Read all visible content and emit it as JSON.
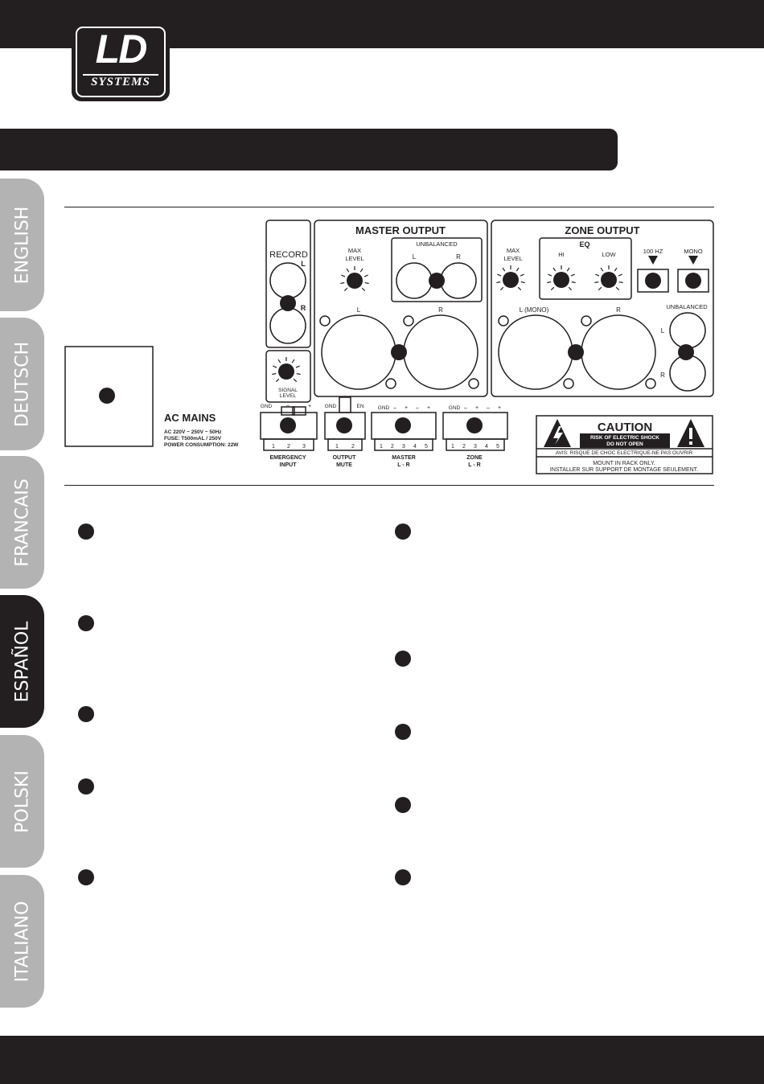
{
  "brand": {
    "logo_main": "LD",
    "logo_sub": "SYSTEMS"
  },
  "side_tabs": [
    {
      "label": "ENGLISH",
      "active": false
    },
    {
      "label": "DEUTSCH",
      "active": false
    },
    {
      "label": "FRANCAIS",
      "active": false
    },
    {
      "label": "ESPAÑOL",
      "active": true
    },
    {
      "label": "POLSKI",
      "active": false
    },
    {
      "label": "ITALIANO",
      "active": false
    }
  ],
  "panel": {
    "record": {
      "label": "RECORD",
      "left": "L",
      "right": "R"
    },
    "signal_level": {
      "line1": "SIGNAL",
      "line2": "LEVEL"
    },
    "master_output": {
      "title": "MASTER OUTPUT",
      "max_level_1": "MAX",
      "max_level_2": "LEVEL",
      "unbalanced": "UNBALANCED",
      "rca_l": "L",
      "rca_r": "R",
      "xlr_l": "L",
      "xlr_r": "R"
    },
    "zone_output": {
      "title": "ZONE OUTPUT",
      "max_level_1": "MAX",
      "max_level_2": "LEVEL",
      "eq": "EQ",
      "hi": "HI",
      "low": "LOW",
      "hz100": "100 HZ",
      "mono": "MONO",
      "unbalanced": "UNBALANCED",
      "rca_l": "L",
      "rca_r": "R",
      "xlr_l": "L (MONO)",
      "xlr_r": "R"
    },
    "ac_mains": {
      "title": "AC MAINS",
      "line1": "AC 220V ~ 250V ~ 50Hz",
      "line2": "FUSE: T500mAL / 250V",
      "line3": "POWER CONSUMPTION: 22W"
    },
    "emergency": {
      "gnd": "GND",
      "minus": "–",
      "plus": "+",
      "pins": [
        "1",
        "2",
        "3"
      ],
      "label1": "EMERGENCY",
      "label2": "INPUT"
    },
    "output_mute": {
      "gnd": "GND",
      "en": "EN",
      "pins": [
        "1",
        "2"
      ],
      "label1": "OUTPUT",
      "label2": "MUTE"
    },
    "master_lr": {
      "terms": [
        "GND",
        "–",
        "+",
        "–",
        "+"
      ],
      "pins": [
        "1",
        "2",
        "3",
        "4",
        "5"
      ],
      "label1": "MASTER",
      "label2": "L - R"
    },
    "zone_lr": {
      "terms": [
        "GND",
        "–",
        "+",
        "–",
        "+"
      ],
      "pins": [
        "1",
        "2",
        "3",
        "4",
        "5"
      ],
      "label1": "ZONE",
      "label2": "L - R"
    },
    "caution": {
      "title": "CAUTION",
      "line1": "RISK OF ELECTRIC SHOCK",
      "line2": "DO NOT OPEN",
      "avis": "AVIS: RISQUE DE CHOC ELECTRIQUE-NE PAS OUVRIR",
      "rack1": "MOUNT IN RACK ONLY.",
      "rack2": "INSTALLER SUR SUPPORT DE MONTAGE SEULEMENT."
    }
  }
}
